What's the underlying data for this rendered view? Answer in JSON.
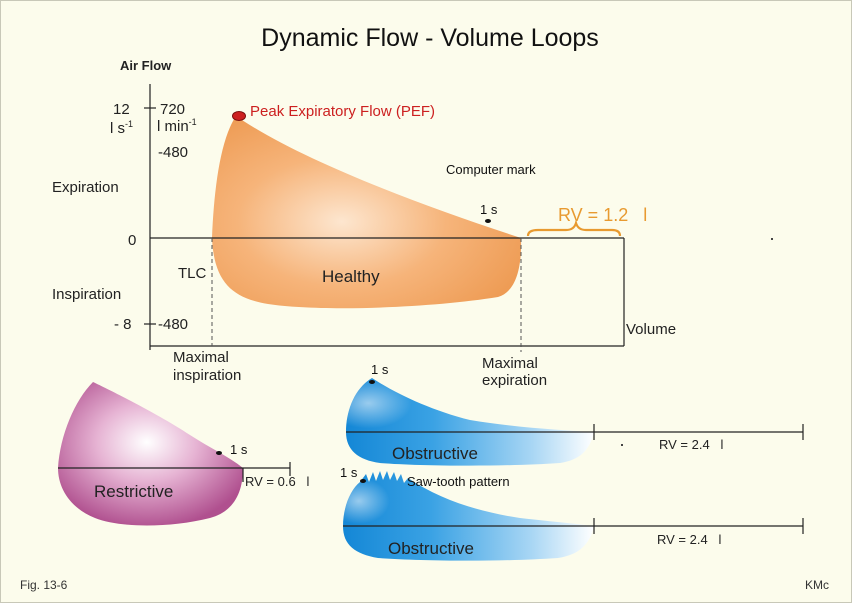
{
  "title": "Dynamic  Flow - Volume  Loops",
  "axis": {
    "y_title": "Air Flow",
    "flow_12": "12",
    "flow_720": "720",
    "unit_ls": "l s",
    "unit_ls_sup": "-1",
    "unit_lmin": "l min",
    "unit_lmin_sup": "-1",
    "flow_480_top": "-480",
    "expiration": "Expiration",
    "zero": "0",
    "inspiration": "Inspiration",
    "flow_minus8": "- 8",
    "flow_480_bottom": "-480",
    "x_title": "Volume"
  },
  "healthy": {
    "pef_label": "Peak Expiratory Flow (PEF)",
    "computer_mark": "Computer mark",
    "one_s": "1 s",
    "rv_label": "RV = 1.2   l",
    "tlc": "TLC",
    "name": "Healthy",
    "max_insp_1": "Maximal",
    "max_insp_2": "inspiration",
    "max_exp_1": "Maximal",
    "max_exp_2": "expiration"
  },
  "restrictive": {
    "one_s": "1 s",
    "rv_label": "RV = 0.6   l",
    "name": "Restrictive"
  },
  "obstructive_1": {
    "one_s": "1 s",
    "rv_label": "RV = 2.4   l",
    "name": "Obstructive"
  },
  "obstructive_2": {
    "one_s": "1 s",
    "saw_tooth": "Saw-tooth pattern",
    "rv_label": "RV = 2.4   l",
    "name": "Obstructive"
  },
  "footer": {
    "fig": "Fig. 13-6",
    "author": "KMc"
  },
  "colors": {
    "background": "#fcfcec",
    "healthy_fill": "#f0a060",
    "restrictive_fill": "#b0508f",
    "obstructive_fill": "#1e90dc",
    "pef_red": "#cc2020",
    "rv_orange": "#e89a30"
  }
}
